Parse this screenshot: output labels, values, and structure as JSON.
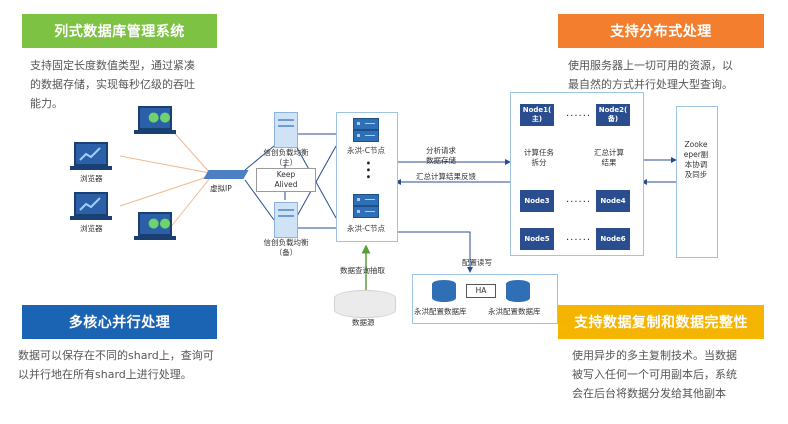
{
  "sections": {
    "top_left": {
      "title": "列式数据库管理系统",
      "color": "#7dc242",
      "lines": [
        "支持固定长度数值类型，通过紧凑",
        "的数据存储，实现每秒亿级的吞吐",
        "能力。"
      ]
    },
    "top_right": {
      "title": "支持分布式处理",
      "color": "#f27e2e",
      "lines": [
        "使用服务器上一切可用的资源，以",
        "最自然的方式并行处理大型查询。"
      ]
    },
    "bottom_left": {
      "title": "多核心并行处理",
      "color": "#1b63b3",
      "lines": [
        "数据可以保存在不同的shard上，查询可",
        "以并行地在所有shard上进行处理。"
      ]
    },
    "bottom_right": {
      "title": "支持数据复制和数据完整性",
      "color": "#f4b400",
      "lines": [
        "使用异步的多主复制技术。当数据",
        "被写入任何一个可用副本后，系统",
        "会在后台将数据分发给其他副本"
      ]
    }
  },
  "diagram": {
    "browser1": "浏览器",
    "browser2": "浏览器",
    "virtual_ip": "虚拟IP",
    "lb_main": [
      "信创负载均衡",
      "（主）"
    ],
    "lb_backup": [
      "信创负载均衡",
      "（备）"
    ],
    "keepalived": [
      "Keep",
      "Alived"
    ],
    "c_node_1": "永洪-C节点",
    "c_node_2": "永洪-C节点",
    "req_label": [
      "分析请求",
      "数据存储"
    ],
    "feedback_label": "汇总计算结果反馈",
    "compute_split": [
      "计算任务",
      "拆分"
    ],
    "compute_summary": [
      "汇总计算",
      "结果"
    ],
    "node1": [
      "Node1(",
      "主)"
    ],
    "node2": [
      "Node2(",
      "备)"
    ],
    "node3": "Node3",
    "node4": "Node4",
    "node5": "Node5",
    "node6": "Node6",
    "ellipsis": "......",
    "zookeeper": [
      "Zooke",
      "eper副",
      "本协调",
      "及同步"
    ],
    "config_rw": "配置读写",
    "ha": "HA",
    "config_db1": "永洪配置数据库",
    "config_db2": "永洪配置数据库",
    "data_query": "数据查询抽取",
    "data_source": "数据源"
  }
}
